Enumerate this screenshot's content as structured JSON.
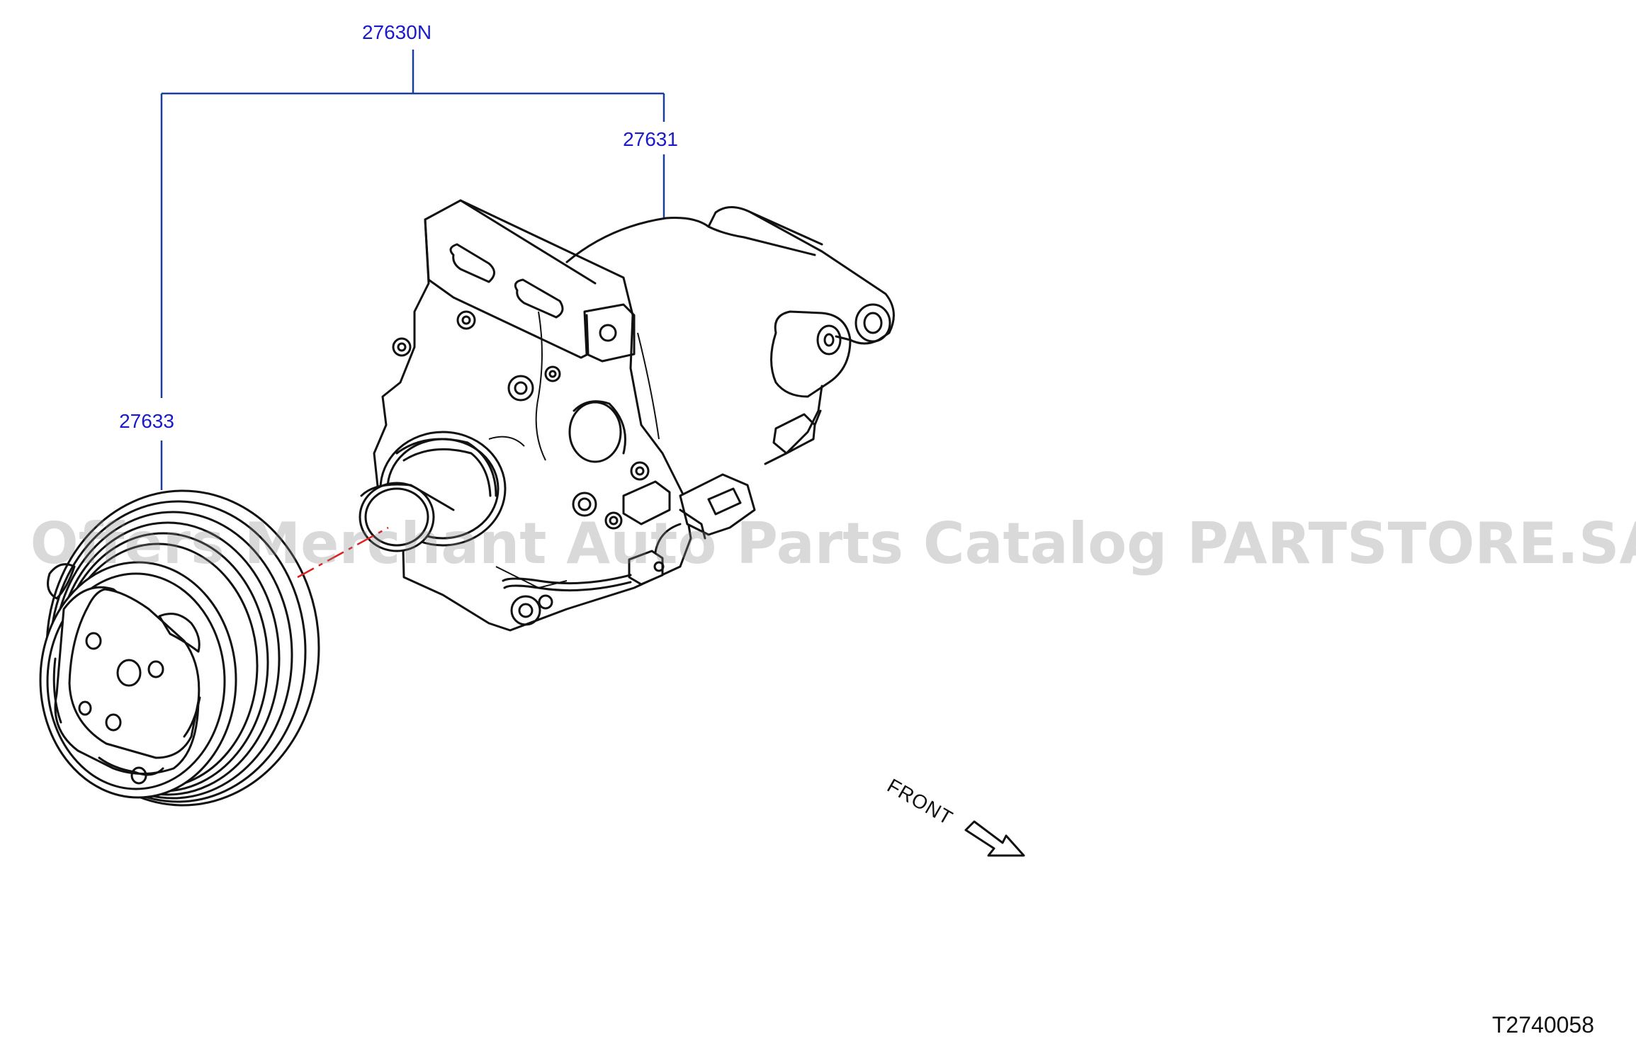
{
  "callouts": {
    "assembly": "27630N",
    "compressor": "27631",
    "clutch": "27633"
  },
  "direction_label": "FRONT",
  "diagram_ref": "T2740058",
  "watermark": "Offers Merchant Auto Parts Catalog PARTSTORE.SA",
  "colors": {
    "callout_text": "#1a1acc",
    "leader_line": "#1a3f9a",
    "centerline": "#e02020",
    "linework": "#111111"
  }
}
